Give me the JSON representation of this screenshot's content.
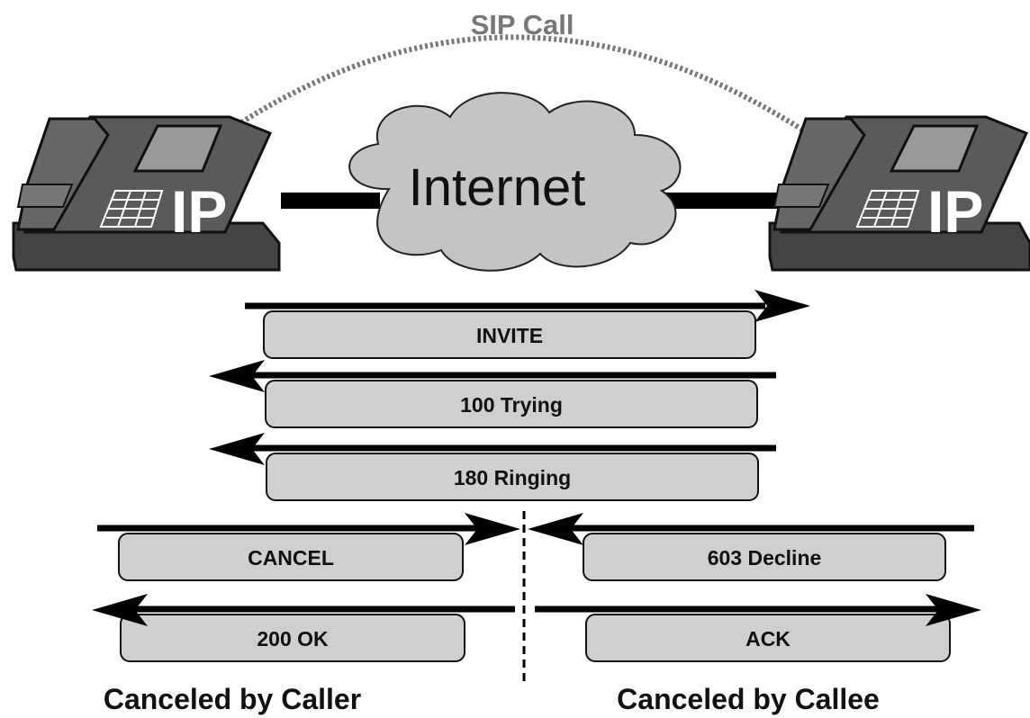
{
  "title": "SIP Call",
  "network": {
    "label": "Internet"
  },
  "phones": [
    {
      "id": "caller",
      "label": "IP"
    },
    {
      "id": "callee",
      "label": "IP"
    }
  ],
  "messages": [
    {
      "label": "INVITE",
      "direction": "right",
      "scope": "both"
    },
    {
      "label": "100 Trying",
      "direction": "left",
      "scope": "both"
    },
    {
      "label": "180 Ringing",
      "direction": "left",
      "scope": "both"
    },
    {
      "label": "CANCEL",
      "direction": "right",
      "scope": "caller"
    },
    {
      "label": "200 OK",
      "direction": "left",
      "scope": "caller"
    },
    {
      "label": "603 Decline",
      "direction": "left",
      "scope": "callee"
    },
    {
      "label": "ACK",
      "direction": "right",
      "scope": "callee"
    }
  ],
  "captions": {
    "left": "Canceled by Caller",
    "right": "Canceled by Callee"
  },
  "colors": {
    "phone_body": "#555555",
    "phone_face": "#6a6a6a",
    "screen": "#999999",
    "message_box": "#cfcfcf",
    "cloud": "#c4c4c4",
    "title": "#777777"
  }
}
